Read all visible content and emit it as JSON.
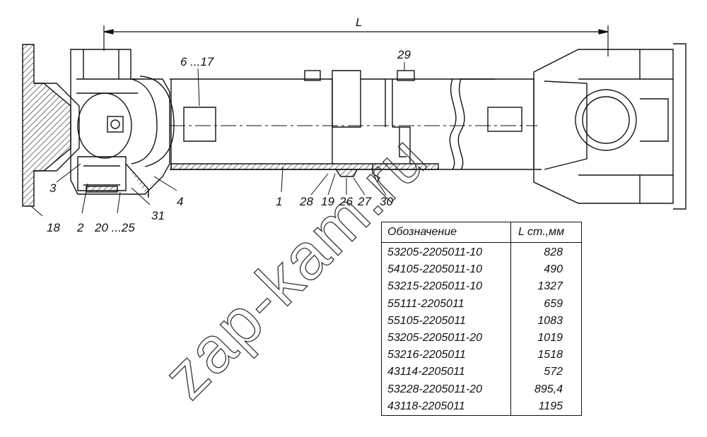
{
  "dimension_label": "L",
  "callouts": {
    "c3": "3",
    "c2": "2",
    "c18": "18",
    "c20_25": "20 ...25",
    "c31": "31",
    "c4": "4",
    "c1": "1",
    "c6_17": "6 ...17",
    "c29": "29",
    "c28": "28",
    "c19": "19",
    "c26": "26",
    "c27": "27",
    "c30": "30"
  },
  "watermark": "zap-kam.ru",
  "table": {
    "col1_header": "Обозначение",
    "col2_header": "L ст.,мм",
    "rows": [
      {
        "code": "53205-2205011-10",
        "length": "828"
      },
      {
        "code": "54105-2205011-10",
        "length": "490"
      },
      {
        "code": "53215-2205011-10",
        "length": "1327"
      },
      {
        "code": "55111-2205011",
        "length": "659"
      },
      {
        "code": "55105-2205011",
        "length": "1083"
      },
      {
        "code": "53205-2205011-20",
        "length": "1019"
      },
      {
        "code": "53216-2205011",
        "length": "1518"
      },
      {
        "code": "43114-2205011",
        "length": "572"
      },
      {
        "code": "53228-2205011-20",
        "length": "895,4"
      },
      {
        "code": "43118-2205011",
        "length": "1195"
      }
    ]
  }
}
